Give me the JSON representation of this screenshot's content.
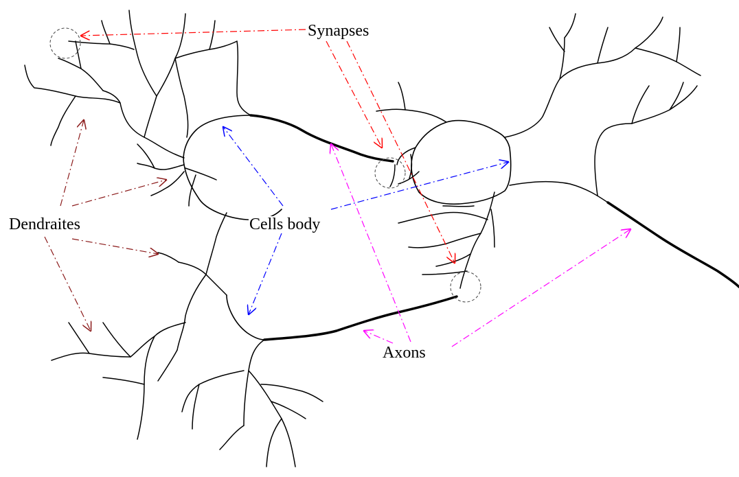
{
  "labels": {
    "synapses": "Synapses",
    "dendraites": "Dendraites",
    "cells_body": "Cells body",
    "axons": "Axons"
  },
  "colors": {
    "synapses_arrows": "#ff0000",
    "dendraites_arrows": "#8b1a1a",
    "cells_body_arrows": "#0000ff",
    "axons_arrows": "#ff00ff",
    "neuron_outline": "#000000"
  }
}
